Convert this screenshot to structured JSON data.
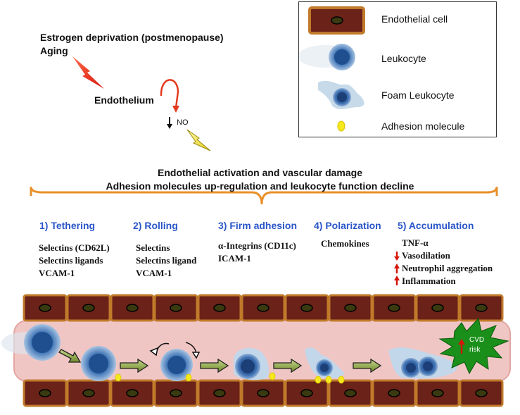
{
  "causes": {
    "line1": "Estrogen deprivation (postmenopause)",
    "line2": "Aging"
  },
  "endothelium_label": "Endothelium",
  "no_label": "NO",
  "headline": {
    "line1": "Endothelial activation and vascular damage",
    "line2": "Adhesion molecules up-regulation and leukocyte function decline"
  },
  "legend": {
    "endothelial_cell": "Endothelial cell",
    "leukocyte": "Leukocyte",
    "foam_leukocyte": "Foam Leukocyte",
    "adhesion_molecule": "Adhesion molecule"
  },
  "steps": [
    {
      "title": "1) Tethering",
      "items": [
        "Selectins (CD62L)",
        "Selectins ligands",
        "VCAM-1"
      ]
    },
    {
      "title": "2) Rolling",
      "items": [
        "Selectins",
        "Selectins ligand",
        "VCAM-1"
      ]
    },
    {
      "title": "3) Firm adhesion",
      "items": [
        "α-Integrins (CD11c)",
        "ICAM-1"
      ]
    },
    {
      "title": "4) Polarization",
      "items": [
        "Chemokines"
      ]
    },
    {
      "title": "5) Accumulation",
      "items": [
        "TNF-α",
        "Vasodilation",
        "Neutrophil aggregation",
        "Inflammation"
      ]
    }
  ],
  "cvd": {
    "line1": "CVD",
    "line2": "risk"
  },
  "colors": {
    "cell_fill": "#6b2218",
    "cell_border": "#c07a2a",
    "vessel_lumen": "#f0c6c4",
    "leukocyte": "#2f62a6",
    "adhesion": "#f5e81c",
    "bracket": "#e8912a",
    "step_title": "#2a56c8",
    "cvd_star": "#1a8f1a"
  }
}
